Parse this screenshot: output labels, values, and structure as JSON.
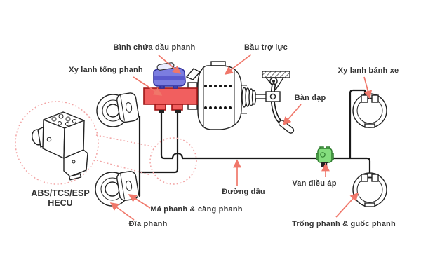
{
  "labels": [
    {
      "id": "binh-chua-dau-phanh",
      "text": "Bình chứa dầu phanh"
    },
    {
      "id": "xy-lanh-tong-phanh",
      "text": "Xy lanh tổng phanh"
    },
    {
      "id": "bau-tro-luc",
      "text": "Bầu trợ lực"
    },
    {
      "id": "xy-lanh-banh-xe",
      "text": "Xy lanh bánh xe"
    },
    {
      "id": "ban-dap",
      "text": "Bàn đạp"
    },
    {
      "id": "van-dieu-ap",
      "text": "Van điều áp"
    },
    {
      "id": "duong-dau",
      "text": "Đường dầu"
    },
    {
      "id": "trong-phanh-guoc-phanh",
      "text": "Trống phanh & guốc phanh"
    },
    {
      "id": "ma-phanh-cang-phanh",
      "text": "Má phanh & càng phanh"
    },
    {
      "id": "dia-phanh",
      "text": "Đĩa phanh"
    }
  ],
  "abs_unit": {
    "line1": "ABS/TCS/ESP",
    "line2": "HECU"
  },
  "colors": {
    "label_text": "#333333",
    "line_black": "#1a1a1a",
    "leader_red": "#f0776a",
    "callout_pink": "#f2a4a4",
    "reservoir_blue": "#7b7de0",
    "reservoir_band": "#5b5bce",
    "reservoir_dark": "#2e2e99",
    "cylinder_red": "#f15f5f",
    "cylinder_dark": "#9e1515",
    "valve_green": "#84dd7e",
    "valve_dark": "#2f7d2f"
  }
}
